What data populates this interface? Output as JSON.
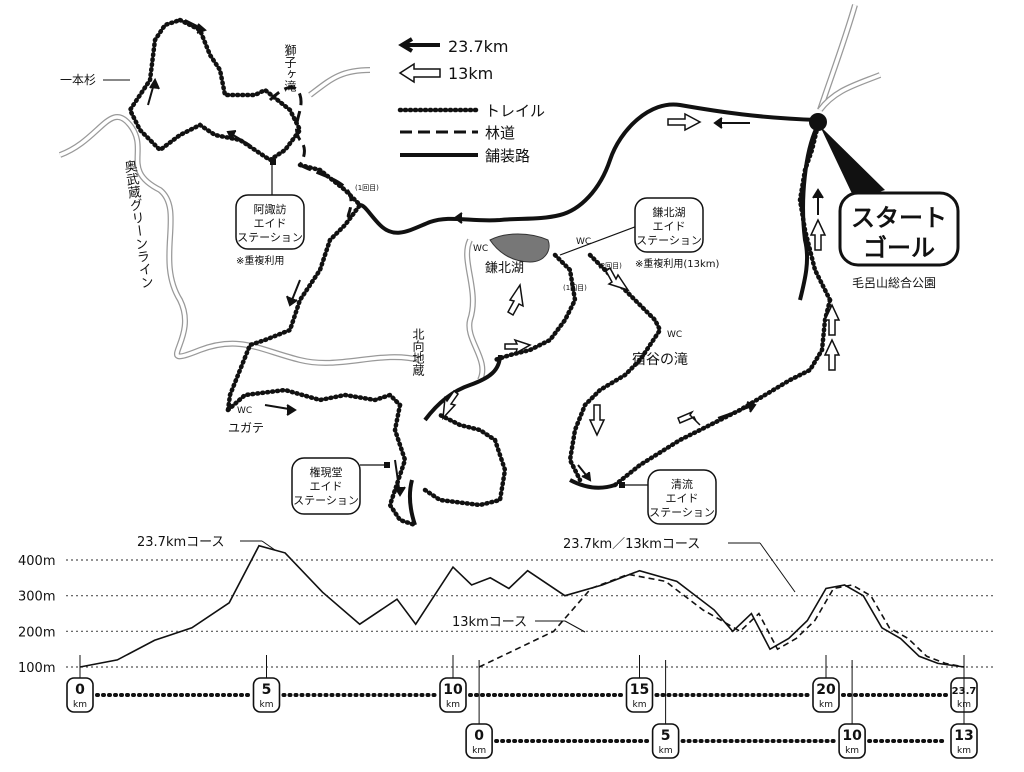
{
  "legend": {
    "long_course": "23.7km",
    "short_course": "13km",
    "trail": "トレイル",
    "forest_road": "林道",
    "paved_road": "舗装路"
  },
  "places": {
    "start_goal_line1": "スタート",
    "start_goal_line2": "ゴール",
    "park": "毛呂山総合公園",
    "ipponsugi": "一本杉",
    "shishigataki": "獅子ヶ滝",
    "okumusashi": "奥武蔵グリーンライン",
    "kamakitako": "鎌北湖",
    "shukuya_falls": "宿谷の滝",
    "kitamukai_jizo": "北向地蔵",
    "yugate": "ユガテ",
    "wc": "WC",
    "first_pass": "(1回目)",
    "second_pass": "(2回目)"
  },
  "aid_stations": [
    {
      "name": "阿諏訪\nエイド\nステーション",
      "note": "※重複利用"
    },
    {
      "name": "鎌北湖\nエイド\nステーション",
      "note": "※重複利用(13km)"
    },
    {
      "name": "権現堂\nエイド\nステーション",
      "note": ""
    },
    {
      "name": "清流\nエイド\nステーション",
      "note": ""
    }
  ],
  "chart_data": {
    "type": "line",
    "title": "",
    "ylabel": "",
    "y_ticks": [
      "400m",
      "300m",
      "200m",
      "100m"
    ],
    "ylim": [
      100,
      460
    ],
    "series": [
      {
        "name": "23.7kmコース",
        "distance_km": [
          0,
          1,
          2,
          3,
          4,
          4.8,
          5.5,
          6.5,
          7.5,
          8.5,
          9,
          9.5,
          10,
          10.5,
          11,
          11.5,
          12,
          13,
          14,
          15,
          16,
          17,
          17.5,
          18,
          18.5,
          19,
          19.5,
          20,
          20.5,
          21,
          21.5,
          22,
          22.5,
          23,
          23.7
        ],
        "elevation_m": [
          100,
          120,
          175,
          210,
          280,
          440,
          420,
          310,
          220,
          290,
          220,
          300,
          380,
          330,
          350,
          320,
          370,
          300,
          330,
          370,
          340,
          260,
          200,
          250,
          150,
          180,
          230,
          320,
          330,
          300,
          210,
          180,
          130,
          110,
          100
        ]
      },
      {
        "name": "13kmコース",
        "distance_km": [
          0,
          1,
          2,
          3,
          4,
          5,
          6,
          7,
          7.5,
          8,
          8.5,
          9,
          9.5,
          10,
          10.5,
          11,
          11.5,
          12,
          12.5,
          13
        ],
        "elevation_m": [
          100,
          150,
          200,
          320,
          360,
          340,
          260,
          200,
          250,
          150,
          180,
          230,
          320,
          330,
          300,
          210,
          180,
          130,
          110,
          100
        ]
      }
    ],
    "annotations": [
      "23.7kmコース",
      "13kmコース",
      "23.7km／13kmコース"
    ],
    "km_scale_long": [
      "0",
      "5",
      "10",
      "15",
      "20",
      "23.7"
    ],
    "km_scale_short": [
      "0",
      "5",
      "10",
      "13"
    ],
    "km_unit": "km"
  }
}
